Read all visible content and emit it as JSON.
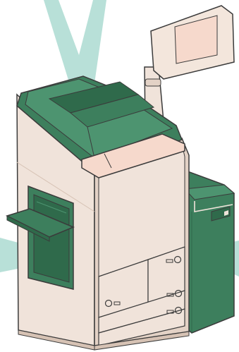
{
  "colors": {
    "background": "#ffffff",
    "outline": "#3b3b3b",
    "body_beige": "#f0e3da",
    "body_beige_shade": "#e3d2c6",
    "body_beige_dark": "#d6c2b4",
    "green": "#3d7f5d",
    "green_dark": "#2f6a4b",
    "green_light": "#4d9470",
    "light_beam": "#b8e0d8",
    "screen_frame": "#f3e6dc",
    "screen_display": "#f6d9cc"
  },
  "illustration": {
    "subject": "multifunction-printer",
    "callout_beams": [
      "top-scanner-beam",
      "left-output-tray-beam",
      "right-paper-deck-beam"
    ],
    "control_panel": "control-panel-on-arm",
    "paper_drawers": 4
  }
}
